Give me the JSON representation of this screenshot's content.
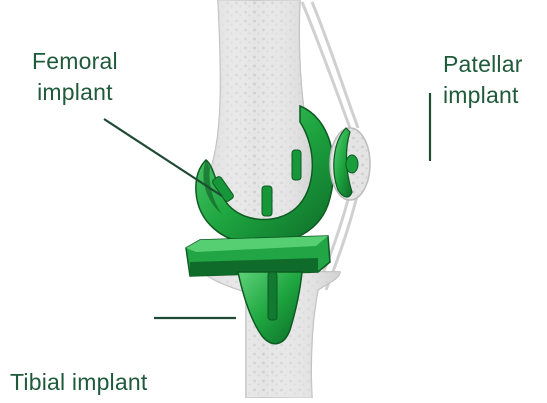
{
  "labels": {
    "femoral": {
      "line1": "Femoral",
      "line2": "implant"
    },
    "patellar": {
      "line1": "Patellar",
      "line2": "implant"
    },
    "tibial": {
      "text": "Tibial implant"
    }
  },
  "colors": {
    "implant_green": "#1a9e3c",
    "implant_dark": "#0f6b2a",
    "bone": "#e6e6e6",
    "bone_shadow": "#c8c8c8",
    "label_text": "#1f5a3a",
    "leader_line": "#1f4a34"
  }
}
